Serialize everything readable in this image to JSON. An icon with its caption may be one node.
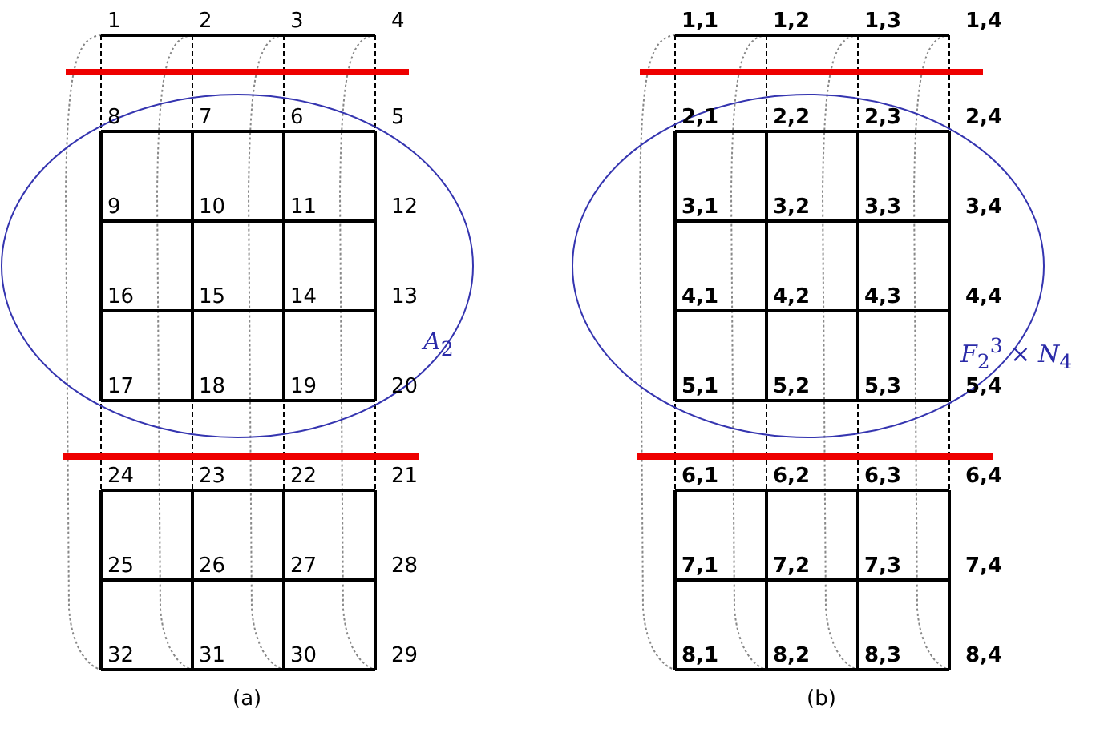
{
  "diagram": {
    "nodes": [
      {
        "text": [
          "*A*$_{2}$"
        ]
      },
      {
        "text": [
          "*F*$_{2}$$^{3}$ × *N*$_{4}$"
        ]
      }
    ],
    "edges": [],
    "labels": [
      "1",
      "2",
      "3",
      "4",
      "8",
      "7",
      "6",
      "5",
      "9",
      "10",
      "11",
      "12",
      "16",
      "15",
      "14",
      "13",
      "17",
      "18",
      "19",
      "20",
      "24",
      "23",
      "22",
      "21",
      "25",
      "26",
      "27",
      "28",
      "32",
      "31",
      "30",
      "29",
      "(a)",
      "1,1",
      "1,2",
      "1,3",
      "1,4",
      "2,1",
      "2,2",
      "2,3",
      "2,4",
      "3,1",
      "3,2",
      "3,3",
      "3,4",
      "4,1",
      "4,2",
      "4,3",
      "4,4",
      "5,1",
      "5,2",
      "5,3",
      "5,4",
      "6,1",
      "6,2",
      "6,3",
      "6,4",
      "7,1",
      "7,2",
      "7,3",
      "7,4",
      "8,1",
      "8,2",
      "8,3",
      "8,4",
      "(b)"
    ]
  }
}
